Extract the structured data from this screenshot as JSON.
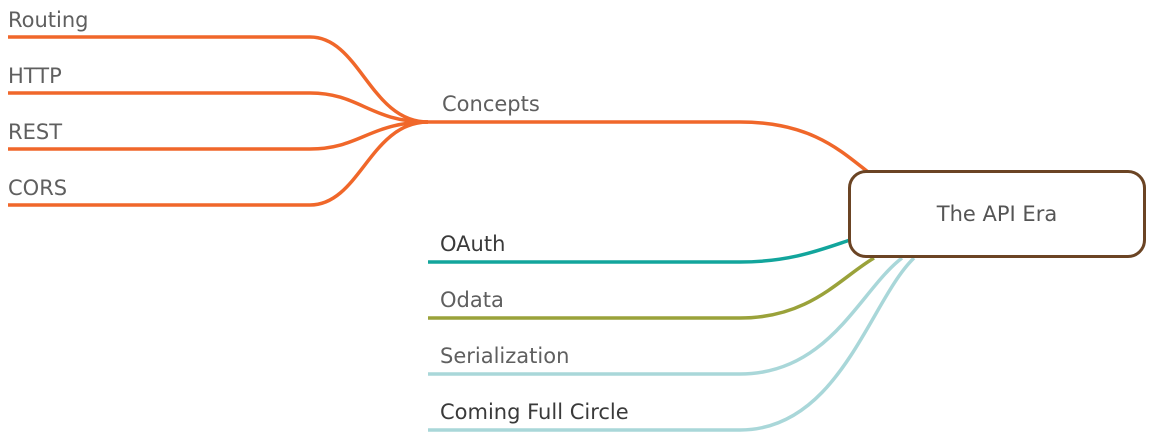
{
  "root": {
    "label": "The API Era"
  },
  "branches": [
    {
      "label": "Concepts",
      "color": "#f0672a",
      "children": [
        {
          "label": "Routing"
        },
        {
          "label": "HTTP"
        },
        {
          "label": "REST"
        },
        {
          "label": "CORS"
        }
      ]
    },
    {
      "label": "OAuth",
      "color": "#12a59c",
      "children": []
    },
    {
      "label": "Odata",
      "color": "#9aa23a",
      "children": []
    },
    {
      "label": "Serialization",
      "color": "#a9d7d9",
      "children": []
    },
    {
      "label": "Coming Full Circle",
      "color": "#a9d7d9",
      "children": []
    }
  ],
  "colors": {
    "root_border": "#6b4424",
    "text": "#5f5f5f"
  }
}
